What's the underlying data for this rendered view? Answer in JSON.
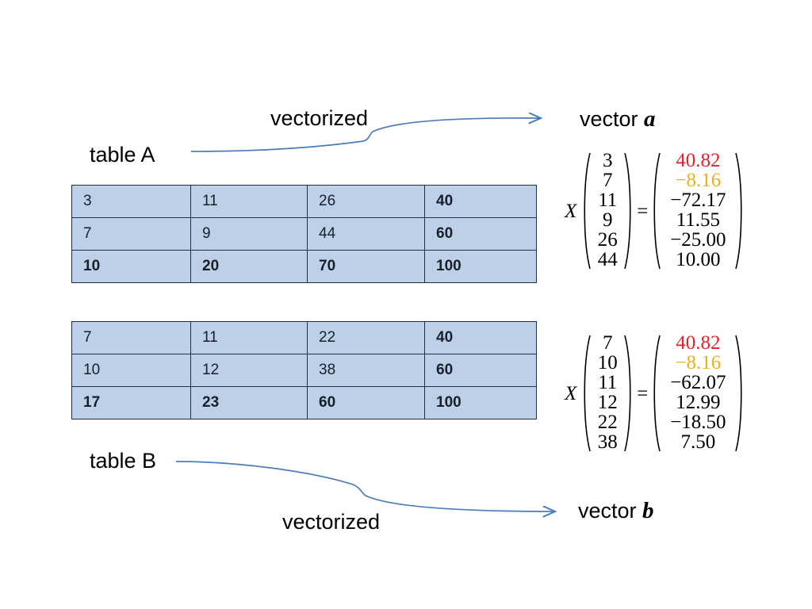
{
  "labels": {
    "table_a": "table A",
    "table_b": "table B",
    "vectorized_top": "vectorized",
    "vectorized_bottom": "vectorized",
    "vector_a_prefix": "vector ",
    "vector_a_letter": "a",
    "vector_b_prefix": "vector ",
    "vector_b_letter": "b"
  },
  "colors": {
    "cell_blue": "#bdd0e8",
    "cell_green": "#7d9430",
    "cell_purple": "#b5a3cd",
    "cell_border": "#1f3044",
    "text_yellow": "#ffff00",
    "text_red": "#ff0000",
    "matrix_red": "#e8202a",
    "matrix_amber": "#e8b21c",
    "arrow_blue": "#4a7ebb"
  },
  "table_a": {
    "name": "table A",
    "rows": [
      [
        {
          "value": "3",
          "fill": "blue",
          "style": "plain-indent"
        },
        {
          "value": "11",
          "fill": "blue",
          "style": "plain"
        },
        {
          "value": "26",
          "fill": "blue",
          "style": "plain"
        },
        {
          "value": "40",
          "fill": "green",
          "style": "yellow-bold"
        }
      ],
      [
        {
          "value": "7",
          "fill": "blue",
          "style": "plain-indent"
        },
        {
          "value": "9",
          "fill": "blue",
          "style": "plain-indent2"
        },
        {
          "value": "44",
          "fill": "blue",
          "style": "plain"
        },
        {
          "value": "60",
          "fill": "green",
          "style": "yellow-bold"
        }
      ],
      [
        {
          "value": "10",
          "fill": "green",
          "style": "bold"
        },
        {
          "value": "20",
          "fill": "green",
          "style": "bold"
        },
        {
          "value": "70",
          "fill": "green",
          "style": "bold"
        },
        {
          "value": "100",
          "fill": "purple",
          "style": "red-bold"
        }
      ]
    ]
  },
  "table_b": {
    "name": "table B",
    "rows": [
      [
        {
          "value": "7",
          "fill": "blue",
          "style": "plain-indent"
        },
        {
          "value": "11",
          "fill": "blue",
          "style": "plain"
        },
        {
          "value": "22",
          "fill": "blue",
          "style": "plain"
        },
        {
          "value": "40",
          "fill": "green",
          "style": "yellow-bold"
        }
      ],
      [
        {
          "value": "10",
          "fill": "blue",
          "style": "plain-indent"
        },
        {
          "value": "12",
          "fill": "blue",
          "style": "plain"
        },
        {
          "value": "38",
          "fill": "blue",
          "style": "plain"
        },
        {
          "value": "60",
          "fill": "green",
          "style": "yellow-bold"
        }
      ],
      [
        {
          "value": "17",
          "fill": "green",
          "style": "bold"
        },
        {
          "value": "23",
          "fill": "green",
          "style": "bold"
        },
        {
          "value": "60",
          "fill": "green",
          "style": "bold"
        },
        {
          "value": "100",
          "fill": "purple",
          "style": "red-bold"
        }
      ]
    ]
  },
  "equation_a": {
    "operator_symbol": "X",
    "equals_symbol": "=",
    "input_vector": [
      "3",
      "7",
      "11",
      "9",
      "26",
      "44"
    ],
    "output_vector": [
      {
        "value": "40.82",
        "color": "red"
      },
      {
        "value": "−8.16",
        "color": "amber"
      },
      {
        "value": "−72.17",
        "color": "black"
      },
      {
        "value": "11.55",
        "color": "black"
      },
      {
        "value": "−25.00",
        "color": "black"
      },
      {
        "value": "10.00",
        "color": "black"
      }
    ]
  },
  "equation_b": {
    "operator_symbol": "X",
    "equals_symbol": "=",
    "input_vector": [
      "7",
      "10",
      "11",
      "12",
      "22",
      "38"
    ],
    "output_vector": [
      {
        "value": "40.82",
        "color": "red"
      },
      {
        "value": "−8.16",
        "color": "amber"
      },
      {
        "value": "−62.07",
        "color": "black"
      },
      {
        "value": "12.99",
        "color": "black"
      },
      {
        "value": "−18.50",
        "color": "black"
      },
      {
        "value": "7.50",
        "color": "black"
      }
    ]
  },
  "arrows": [
    {
      "name": "arrow-table-a-to-vector-a",
      "direction": "up-right"
    },
    {
      "name": "arrow-table-b-to-vector-b",
      "direction": "down-right"
    }
  ]
}
